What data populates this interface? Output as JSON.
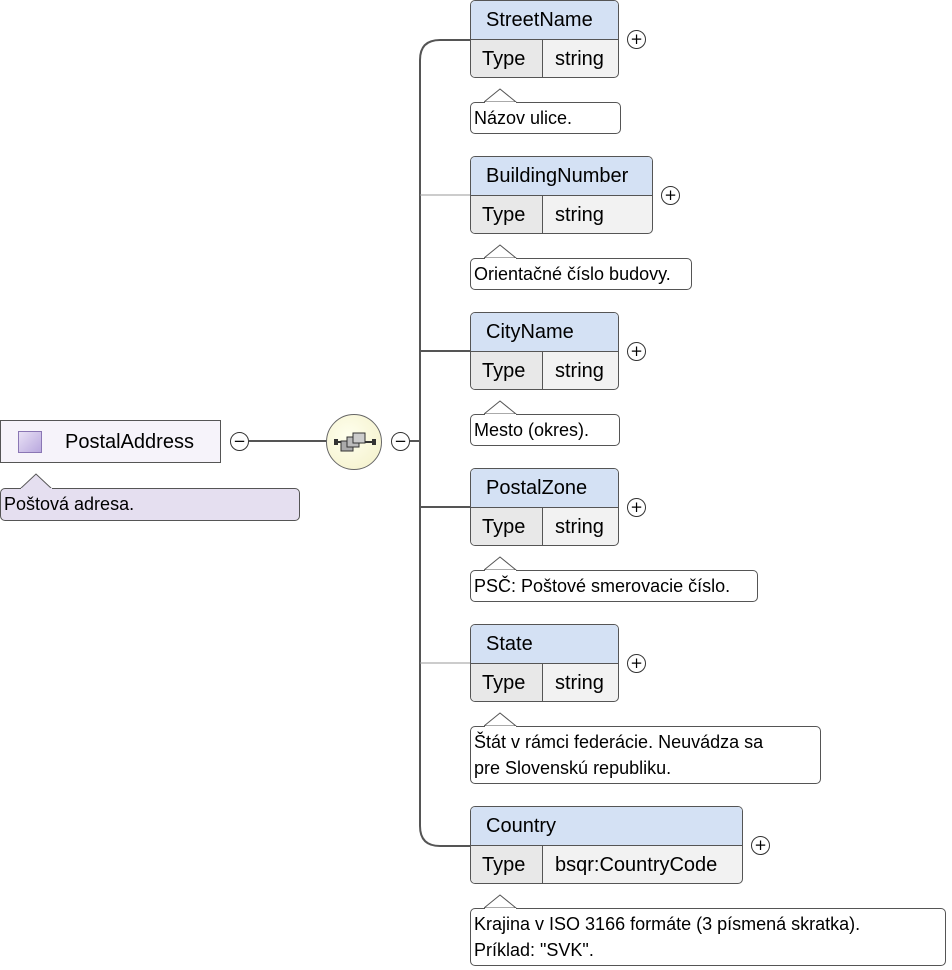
{
  "root": {
    "name": "PostalAddress",
    "annotation": "Poštová adresa.",
    "collapse_symbol": "−",
    "icon": "complex-type-icon"
  },
  "sequence": {
    "icon": "sequence-compositor-icon",
    "collapse_symbol": "−"
  },
  "type_label": "Type",
  "expand_symbol": "+",
  "elements": [
    {
      "name": "StreetName",
      "type": "string",
      "annotation": "Názov ulice."
    },
    {
      "name": "BuildingNumber",
      "type": "string",
      "annotation": "Orientačné číslo budovy."
    },
    {
      "name": "CityName",
      "type": "string",
      "annotation": "Mesto (okres)."
    },
    {
      "name": "PostalZone",
      "type": "string",
      "annotation": "PSČ: Poštové smerovacie číslo."
    },
    {
      "name": "State",
      "type": "string",
      "annotation": "Štát v rámci federácie. Neuvádza sa\npre Slovenskú republiku."
    },
    {
      "name": "Country",
      "type": "bsqr:CountryCode",
      "annotation": "Krajina v ISO 3166 formáte (3 písmená skratka).\nPríklad: \"SVK\"."
    }
  ],
  "colors": {
    "element_header": "#d4e1f4",
    "root_annotation": "#e5dff0",
    "sequence_fill": "#f3f0c8"
  }
}
